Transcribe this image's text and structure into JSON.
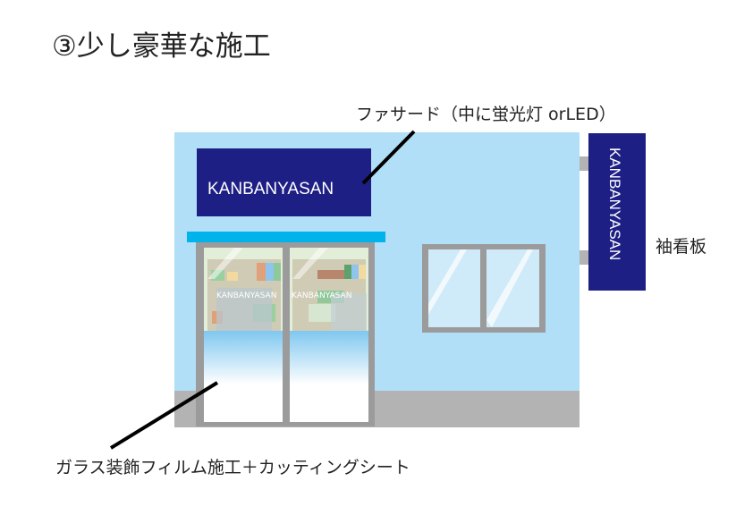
{
  "title": "③少し豪華な施工",
  "labels": {
    "fascia": "ファサード（中に蛍光灯 orLED）",
    "projecting_sign": "袖看板",
    "glass": "ガラス装飾フィルム施工＋カッティングシート"
  },
  "signs": {
    "fascia_text": "KANBANYASAN",
    "projecting_text": "KANBANYASAN",
    "door_left_text": "KANBANYASAN",
    "door_right_text": "KANBANYASAN"
  },
  "colors": {
    "wall": "#b1dff7",
    "sign": "#1e1f85",
    "awning": "#00b3ea",
    "frame": "#9b9b9b",
    "base": "#b3b3b3"
  }
}
